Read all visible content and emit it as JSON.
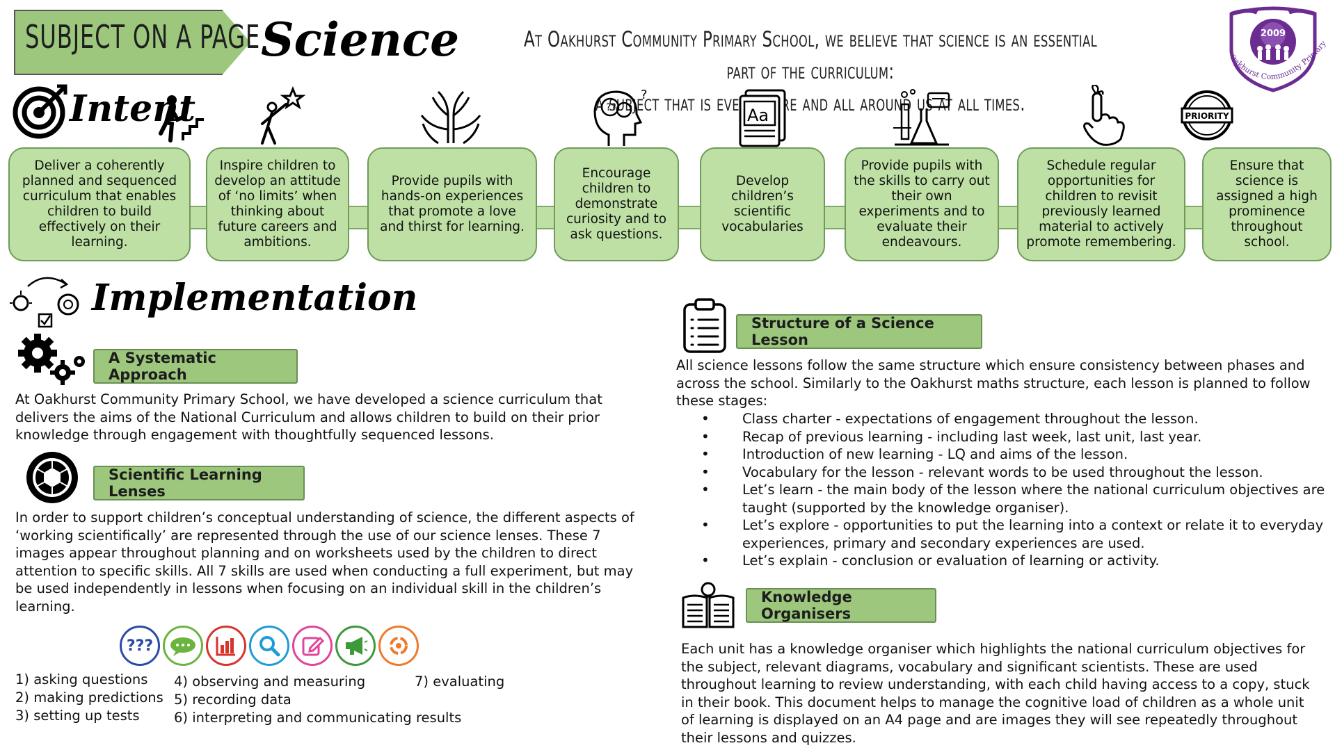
{
  "header": {
    "banner": "SUBJECT ON A PAGE",
    "subject": "Science",
    "mission_line1": "At Oakhurst Community Primary School, we believe that science is an essential part of the curriculum:",
    "mission_line2": "a subject that is everywhere and all around us at all times."
  },
  "logo": {
    "year": "2009",
    "text": "Oakhurst Community Primary School",
    "color": "#6b2c91"
  },
  "intent": {
    "title": "Intent",
    "items": [
      {
        "text": "Deliver a coherently planned and sequenced curriculum that enables children to build effectively on their learning.",
        "icon": "stairs-climber-icon"
      },
      {
        "text": "Inspire children to develop an attitude of ‘no limits’ when thinking about future careers and ambitions.",
        "icon": "reach-star-icon"
      },
      {
        "text": "Provide pupils with hands-on experiences that promote a love and thirst for learning.",
        "icon": "open-hands-icon"
      },
      {
        "text": "Encourage children to demonstrate curiosity and to ask questions.",
        "icon": "thinking-head-icon"
      },
      {
        "text": "Develop children’s scientific vocabularies",
        "icon": "vocabulary-book-icon"
      },
      {
        "text": "Provide pupils with the skills to carry out their own experiments and to evaluate their endeavours.",
        "icon": "lab-equipment-icon"
      },
      {
        "text": "Schedule regular opportunities for children to revisit previously learned material to actively promote remembering.",
        "icon": "finger-string-icon"
      },
      {
        "text": "Ensure that science is assigned a high prominence throughout school.",
        "icon": "priority-stamp-icon"
      }
    ],
    "priority_label": "PRIORITY"
  },
  "implementation": {
    "title": "Implementation",
    "systematic": {
      "heading": "A Systematic Approach",
      "body": "At Oakhurst Community Primary School, we have developed a science curriculum that delivers the aims of the National Curriculum and allows children to build on their prior knowledge through engagement with thoughtfully sequenced lessons."
    },
    "lenses": {
      "heading": "Scientific Learning Lenses",
      "body": "In order to support children’s conceptual understanding of science, the different aspects of ‘working scientifically’ are represented through the use of our science lenses. These 7 images appear throughout planning and on worksheets used by the children to direct attention to specific skills. All 7 skills are used when conducting a full experiment, but may be used independently in lessons when focusing on an individual skill in the children’s learning.",
      "icons": [
        {
          "name": "question-marks-icon",
          "color": "#2b4aa8",
          "glyph": "???"
        },
        {
          "name": "speech-cloud-icon",
          "color": "#6bb43f",
          "glyph": "•••"
        },
        {
          "name": "bar-chart-icon",
          "color": "#d6342c",
          "glyph": "▥"
        },
        {
          "name": "magnifier-icon",
          "color": "#1f9bd7",
          "glyph": "⌕"
        },
        {
          "name": "pencil-note-icon",
          "color": "#e0459b",
          "glyph": "✎"
        },
        {
          "name": "megaphone-icon",
          "color": "#3d9a3a",
          "glyph": "📢"
        },
        {
          "name": "cycle-arrows-icon",
          "color": "#f07a2a",
          "glyph": "↻"
        }
      ],
      "col1": [
        "1) asking questions",
        "2) making predictions",
        "3) setting up tests"
      ],
      "col2": [
        "4) observing and measuring",
        "5) recording data",
        "6) interpreting and communicating results"
      ],
      "col3": [
        "7) evaluating"
      ]
    },
    "structure": {
      "heading": "Structure of a Science Lesson",
      "intro": "All science lessons follow the same structure which ensure consistency between phases and across the school. Similarly to the Oakhurst maths structure, each lesson is planned to follow these stages:",
      "stages": [
        "Class charter - expectations of engagement throughout the lesson.",
        "Recap of previous learning - including last week, last unit, last year.",
        "Introduction of new learning - LQ and aims of the lesson.",
        "Vocabulary for the lesson - relevant words to be used throughout the lesson.",
        "Let’s learn - the main body of the lesson where the national curriculum objectives are taught (supported by the knowledge organiser).",
        "Let’s explore - opportunities to put the learning into a context or relate it to everyday experiences, primary and secondary experiences are used.",
        "Let’s explain - conclusion or evaluation of learning or activity."
      ]
    },
    "organisers": {
      "heading": "Knowledge Organisers",
      "body": "Each unit has a knowledge organiser which highlights the national curriculum objectives for the subject, relevant diagrams, vocabulary and significant scientists. These are used throughout learning to review understanding, with each child having access to a copy, stuck in their book. This document helps to manage the cognitive load of children as a whole unit of learning is displayed on an A4 page and are images they will see repeatedly throughout their lessons and quizzes."
    }
  },
  "colors": {
    "green_dark": "#9cc77d",
    "green_light": "#bfe0a5"
  }
}
